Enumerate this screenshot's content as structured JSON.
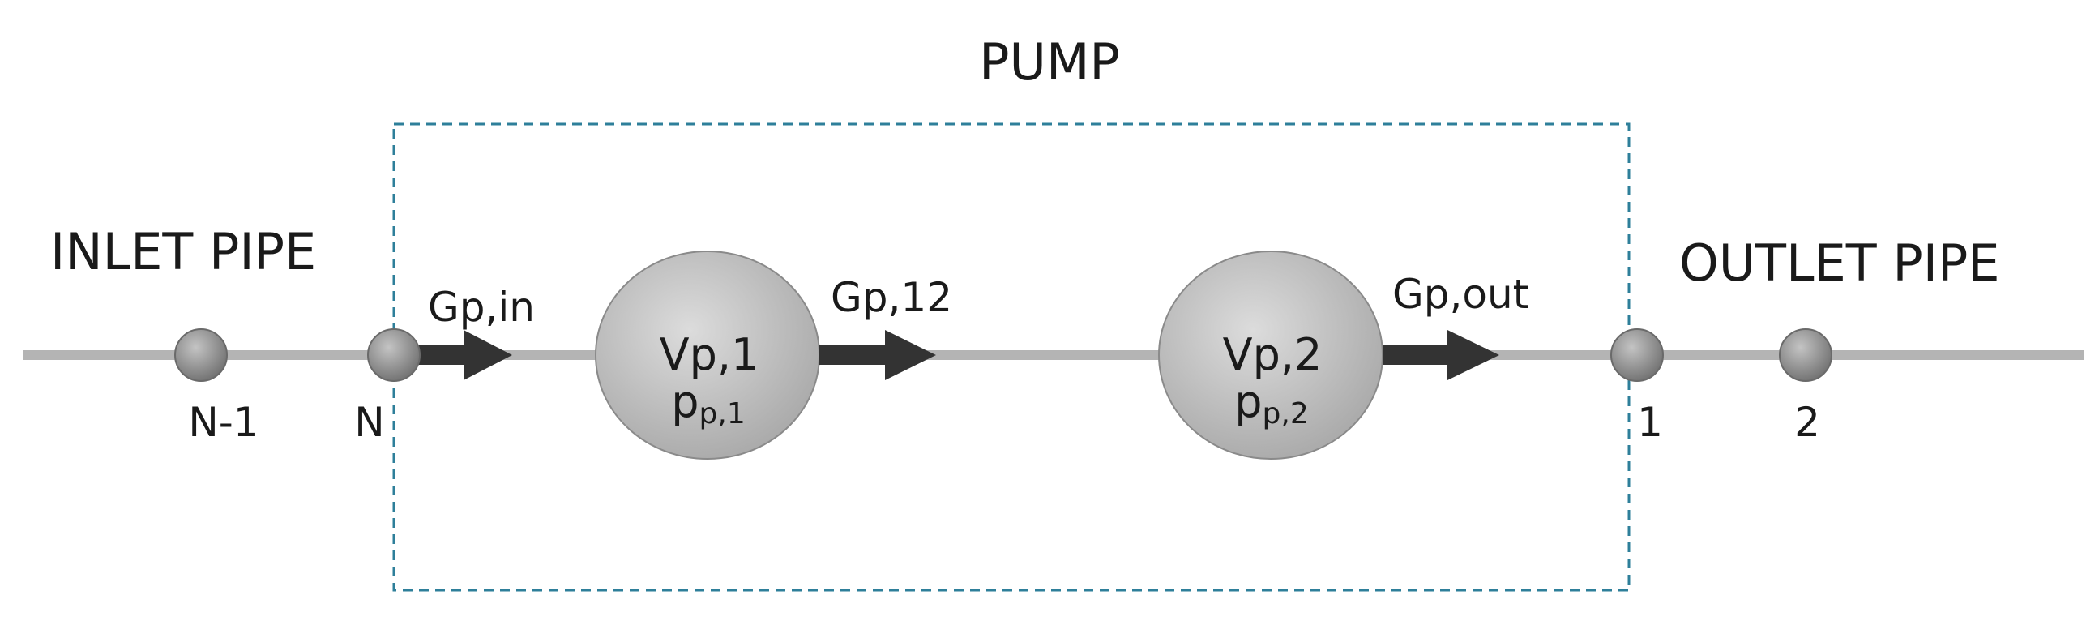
{
  "diagram": {
    "title": "PUMP",
    "inlet_label": "INLET PIPE",
    "outlet_label": "OUTLET PIPE",
    "nodes": {
      "n_minus_1": "N-1",
      "n": "N",
      "one": "1",
      "two": "2"
    },
    "flows": {
      "in": "Gp,in",
      "mid": "Gp,12",
      "out": "Gp,out"
    },
    "volumes": [
      {
        "volume_label": "Vp,1",
        "pressure_base": "p",
        "pressure_sub": "p,1"
      },
      {
        "volume_label": "Vp,2",
        "pressure_base": "p",
        "pressure_sub": "p,2"
      }
    ],
    "colors": {
      "pipe": "#b4b4b4",
      "node": "#8a8a8a",
      "volume": "#bdbdbd",
      "arrow": "#333333",
      "boundary": "#2e7f9a"
    }
  }
}
